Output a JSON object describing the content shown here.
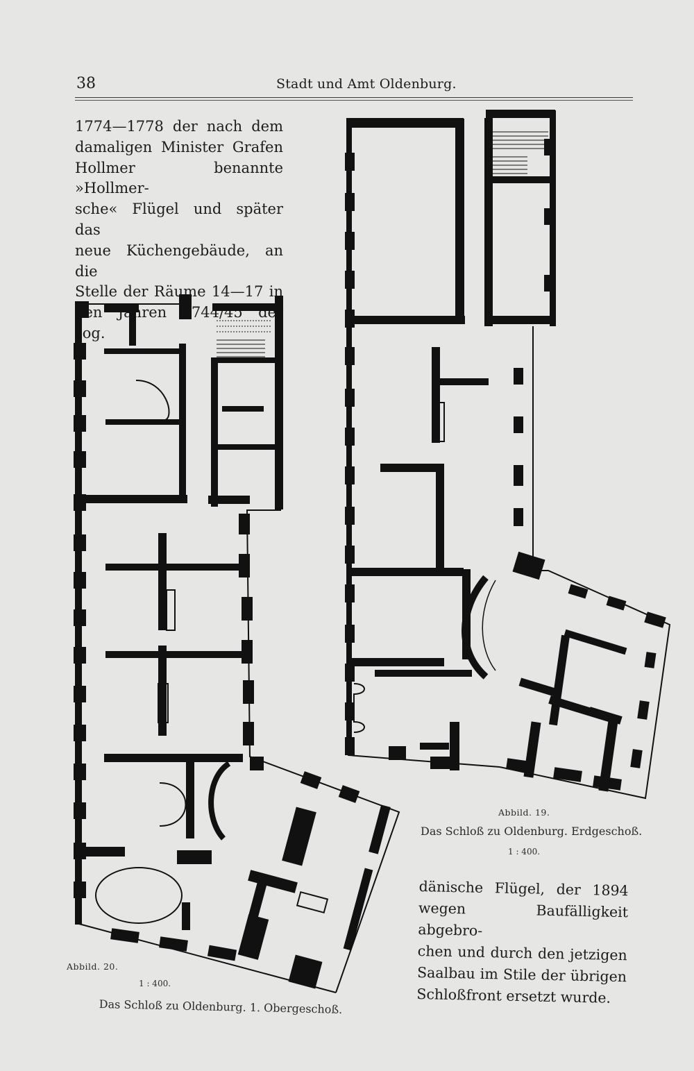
{
  "header": {
    "page_number": "38",
    "running_title": "Stadt und Amt Oldenburg."
  },
  "body_text": {
    "top_lines": [
      "1774—1778 der nach dem",
      "damaligen Minister Grafen",
      "Hollmer benannte »Hollmer-",
      "sche« Flügel und später das",
      "neue Küchengebäude, an die",
      "Stelle der Räume 14—17 in",
      "den Jahren 1744/45 der sog."
    ],
    "bottom_lines": [
      "dänische Flügel, der 1894",
      "wegen Baufälligkeit abgebro-",
      "chen und durch den jetzigen",
      "Saalbau im Stile der übrigen",
      "Schloßfront ersetzt wurde."
    ]
  },
  "figures": {
    "fig19": {
      "label": "Abbild. 19.",
      "title": "Das Schloß zu Oldenburg. Erdgeschoß.",
      "scale": "1 : 400."
    },
    "fig20": {
      "label": "Abbild. 20.",
      "scale": "1 : 400.",
      "title": "Das Schloß zu Oldenburg. 1. Obergeschoß."
    }
  },
  "colors": {
    "paper": "#e6e6e4",
    "ink": "#111111"
  }
}
